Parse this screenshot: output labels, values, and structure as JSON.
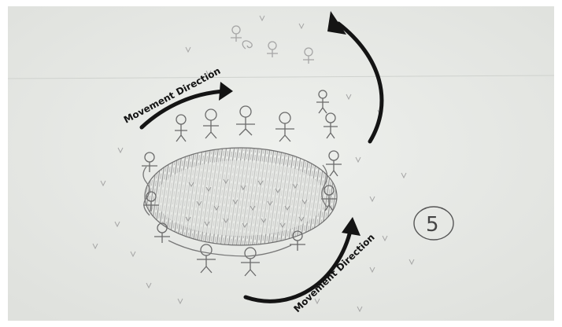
{
  "image": {
    "label_top": "Movement Direction",
    "label_bottom": "Movement Direction",
    "page_number": "5"
  },
  "colors": {
    "paper": "#e9ebe8",
    "pencil": "#7d7d7d",
    "arrow": "#141414"
  }
}
